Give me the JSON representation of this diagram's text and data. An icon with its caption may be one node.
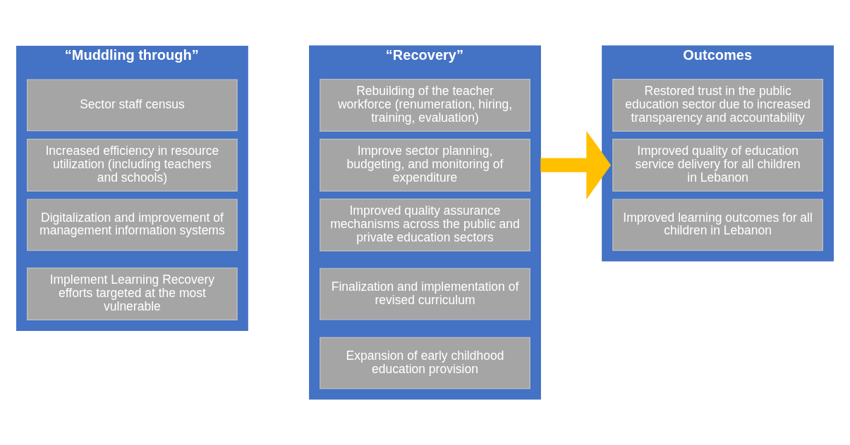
{
  "diagram": {
    "nodes": [
      {
        "text": [
          "“Muddling through”"
        ]
      },
      {
        "text": [
          "Sector staff census"
        ],
        "in": 0
      },
      {
        "text": [
          "Increased efficiency in resource utilization (including teachers and schools)"
        ],
        "in": 0
      },
      {
        "text": [
          "Digitalization and improvement of management information systems"
        ],
        "in": 0
      },
      {
        "text": [
          "Implement Learning Recovery efforts targeted at the most vulnerable"
        ],
        "in": 0
      },
      {
        "text": [
          "“Recovery”"
        ]
      },
      {
        "text": [
          "Rebuilding of the teacher workforce (renumeration, hiring, training, evaluation)"
        ],
        "in": 5
      },
      {
        "text": [
          "Improve sector planning, budgeting, and monitoring of expenditure"
        ],
        "in": 5
      },
      {
        "text": [
          "Improved quality assurance mechanisms across the public and private education sectors"
        ],
        "in": 5
      },
      {
        "text": [
          "Finalization and implementation of revised curriculum"
        ],
        "in": 5
      },
      {
        "text": [
          "Expansion of early childhood education provision"
        ],
        "in": 5
      },
      {
        "text": [
          "Outcomes"
        ]
      },
      {
        "text": [
          "Restored trust in the public education sector due to increased transparency and accountability"
        ],
        "in": 11
      },
      {
        "text": [
          "Improved quality of education service delivery for all children in Lebanon"
        ],
        "in": 11
      },
      {
        "text": [
          "Improved learning outcomes for all children in Lebanon"
        ],
        "in": 11
      }
    ],
    "edges": [
      {
        "from": 5,
        "to": 11,
        "arrow": "to"
      }
    ]
  }
}
